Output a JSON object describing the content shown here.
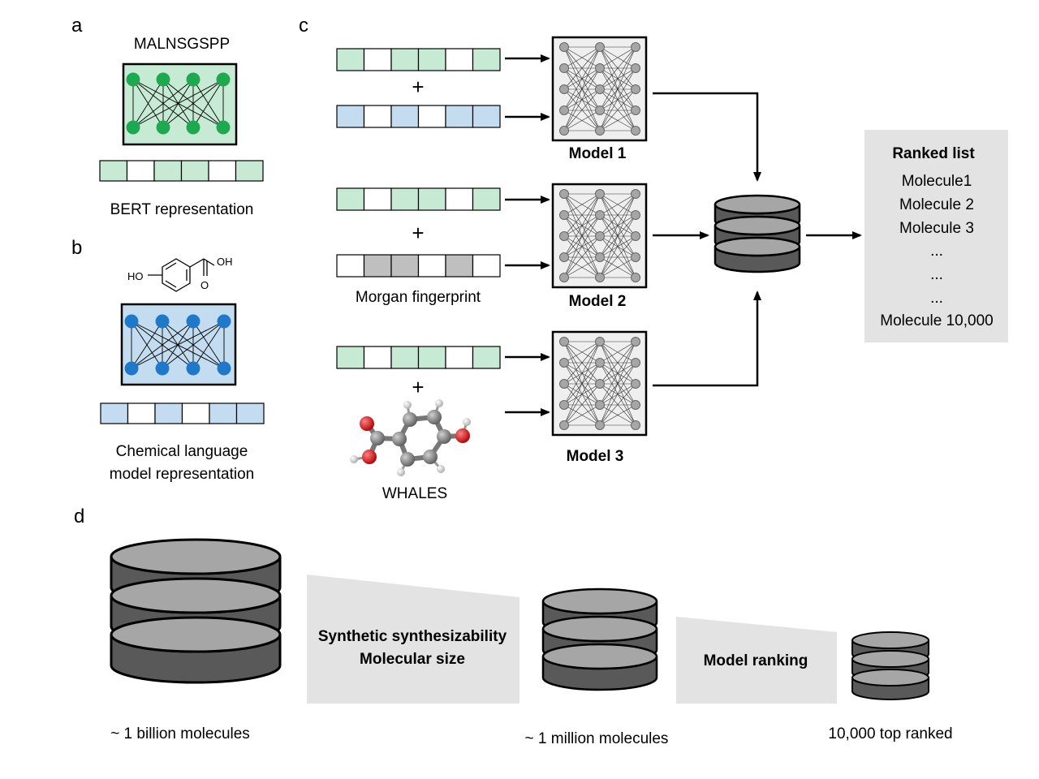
{
  "panel_labels": {
    "a": "a",
    "b": "b",
    "c": "c",
    "d": "d"
  },
  "panel_a": {
    "sequence": "MALNSGSPP",
    "caption": "BERT representation"
  },
  "panel_b": {
    "oh_label": "OH",
    "o_label": "O",
    "ho_label": "HO",
    "caption_line1": "Chemical language",
    "caption_line2": "model representation"
  },
  "panel_c": {
    "plus": "+",
    "model1": "Model 1",
    "model2": "Model 2",
    "model3": "Model 3",
    "morgan_caption": "Morgan fingerprint",
    "whales_caption": "WHALES",
    "ranked_list": {
      "title": "Ranked list",
      "items": [
        "Molecule1",
        "Molecule 2",
        "Molecule 3",
        "...",
        "...",
        "...",
        "Molecule 10,000"
      ]
    }
  },
  "panel_d": {
    "db1_caption": "~ 1 billion molecules",
    "filter1_line1": "Synthetic synthesizability",
    "filter1_line2": "Molecular size",
    "db2_caption": "~ 1 million molecules",
    "filter2": "Model ranking",
    "db3_caption": "10,000  top ranked"
  },
  "colors": {
    "bert_green": "#c6ead4",
    "node_green": "#1ea850",
    "clm_blue": "#c4dcf0",
    "node_blue": "#1f78c8",
    "fp_gray": "#bfbfbf",
    "db_dark": "#595959",
    "db_light": "#a6a6a6",
    "panel_gray": "#e3e3e3"
  }
}
